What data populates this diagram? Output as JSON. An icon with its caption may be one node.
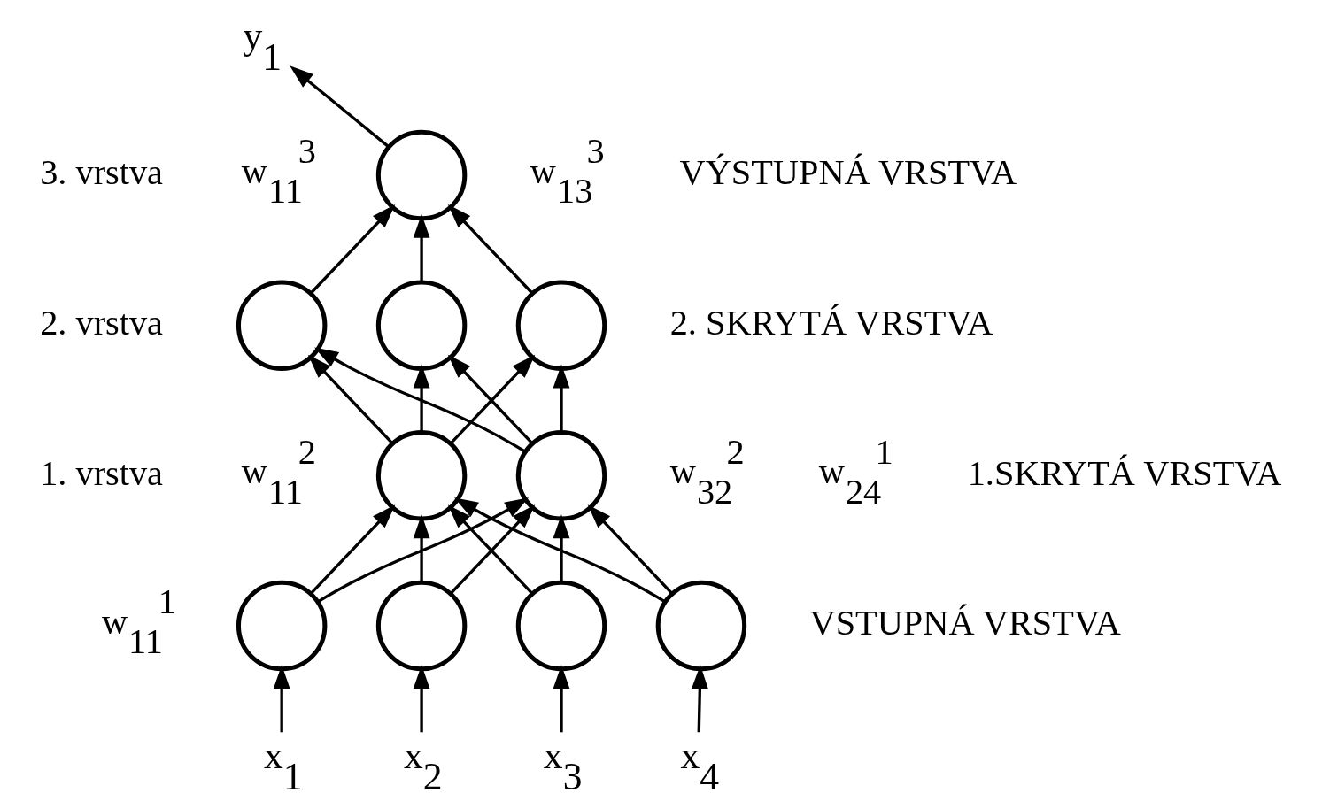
{
  "diagram": {
    "nodes": [
      {
        "text": [
          "y$_{1}$"
        ]
      },
      {
        "text": [],
        "shape": "circle"
      },
      {
        "text": [],
        "shape": "circle"
      },
      {
        "text": [],
        "shape": "circle"
      },
      {
        "text": [],
        "shape": "circle"
      },
      {
        "text": [],
        "shape": "circle"
      },
      {
        "text": [],
        "shape": "circle"
      },
      {
        "text": [],
        "shape": "circle"
      },
      {
        "text": [],
        "shape": "circle"
      },
      {
        "text": [],
        "shape": "circle"
      },
      {
        "text": [],
        "shape": "circle"
      },
      {
        "text": [
          "x$_{1}$"
        ]
      },
      {
        "text": [
          "x$_{2}$"
        ]
      },
      {
        "text": [
          "x$_{3}$"
        ]
      },
      {
        "text": [
          "x$_{4}$"
        ]
      }
    ],
    "edges": [
      {
        "from": 11,
        "to": 7,
        "arrow": "to"
      },
      {
        "from": 12,
        "to": 8,
        "arrow": "to"
      },
      {
        "from": 13,
        "to": 9,
        "arrow": "to"
      },
      {
        "from": 14,
        "to": 10,
        "arrow": "to"
      },
      {
        "from": 7,
        "to": 5,
        "arrow": "to"
      },
      {
        "from": 7,
        "to": 6,
        "arrow": "to"
      },
      {
        "from": 8,
        "to": 5,
        "arrow": "to"
      },
      {
        "from": 8,
        "to": 6,
        "arrow": "to"
      },
      {
        "from": 9,
        "to": 5,
        "arrow": "to"
      },
      {
        "from": 9,
        "to": 6,
        "arrow": "to"
      },
      {
        "from": 10,
        "to": 5,
        "arrow": "to"
      },
      {
        "from": 10,
        "to": 6,
        "arrow": "to"
      },
      {
        "from": 5,
        "to": 2,
        "arrow": "to"
      },
      {
        "from": 5,
        "to": 3,
        "arrow": "to"
      },
      {
        "from": 5,
        "to": 4,
        "arrow": "to"
      },
      {
        "from": 6,
        "to": 2,
        "arrow": "to"
      },
      {
        "from": 6,
        "to": 3,
        "arrow": "to"
      },
      {
        "from": 6,
        "to": 4,
        "arrow": "to"
      },
      {
        "from": 2,
        "to": 1,
        "arrow": "to"
      },
      {
        "from": 3,
        "to": 1,
        "arrow": "to"
      },
      {
        "from": 4,
        "to": 1,
        "arrow": "to"
      },
      {
        "from": 1,
        "to": 0,
        "arrow": "to"
      }
    ],
    "labels": [
      "3. vrstva",
      "VÝSTUPNÁ VRSTVA",
      "w$_{11}$$^{3}$",
      "w$_{13}$$^{3}$",
      "2. vrstva",
      "2. SKRYTÁ VRSTVA",
      "w$_{11}$$^{2}$",
      "w$_{32}$$^{2}$",
      "1. vrstva",
      "1.SKRYTÁ VRSTVA",
      "w$_{24}$$^{1}$",
      "w$_{11}$$^{1}$",
      "VSTUPNÁ VRSTVA"
    ]
  }
}
